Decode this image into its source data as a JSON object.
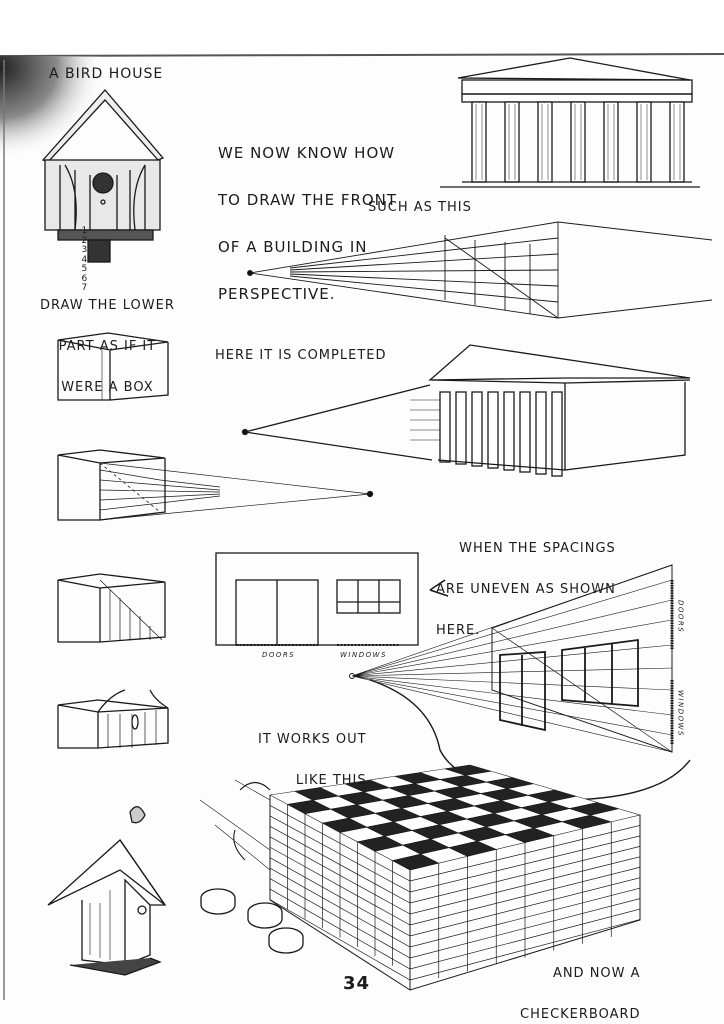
{
  "page": {
    "number": "34",
    "captions": {
      "bird_house_title": "A BIRD HOUSE",
      "intro": [
        "WE NOW KNOW HOW",
        "TO DRAW THE FRONT",
        "OF A BUILDING IN",
        "PERSPECTIVE."
      ],
      "such_as_this": "SUCH AS THIS",
      "lower_part": [
        "DRAW THE LOWER",
        "PART AS IF IT",
        "WERE A BOX"
      ],
      "completed": "HERE IT IS COMPLETED",
      "uneven": [
        "WHEN THE SPACINGS",
        "ARE UNEVEN AS SHOWN",
        "HERE."
      ],
      "works_out": [
        "IT WORKS OUT",
        "LIKE THIS"
      ],
      "checkerboard": [
        "AND NOW A",
        "CHECKERBOARD"
      ]
    },
    "labels": {
      "doors": "DOORS",
      "windows": "WINDOWS",
      "bird_house_numbers": [
        "1",
        "2",
        "3",
        "4",
        "5",
        "6",
        "7"
      ]
    }
  }
}
